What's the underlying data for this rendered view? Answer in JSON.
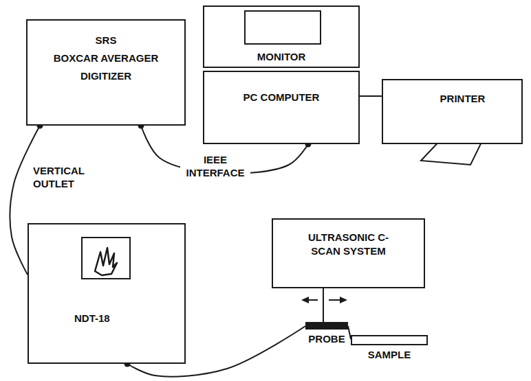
{
  "diagram": {
    "nodes": [
      {
        "text": [
          "SRS",
          "BOXCAR AVERAGER DIGITIZER"
        ]
      },
      {
        "text": [
          "MONITOR"
        ]
      },
      {
        "text": [
          "PC COMPUTER"
        ]
      },
      {
        "text": [
          "PRINTER"
        ]
      },
      {
        "text": [
          "NDT-18"
        ]
      },
      {
        "text": [
          "ULTRASONIC C-SCAN SYSTEM"
        ]
      },
      {
        "text": [
          "PROBE"
        ]
      },
      {
        "text": [
          "SAMPLE"
        ]
      }
    ],
    "edges": [
      {
        "from": 4,
        "to": 0,
        "arrow": "none",
        "label": "VERTICAL OUTLET"
      },
      {
        "from": 0,
        "to": 2,
        "arrow": "none",
        "label": "IEEE INTERFACE"
      },
      {
        "from": 2,
        "to": 3,
        "arrow": "none"
      },
      {
        "from": 4,
        "to": 6,
        "arrow": "none"
      },
      {
        "from": 5,
        "to": 6,
        "arrow": "none"
      },
      {
        "from": 6,
        "to": 7,
        "arrow": "none"
      }
    ]
  }
}
